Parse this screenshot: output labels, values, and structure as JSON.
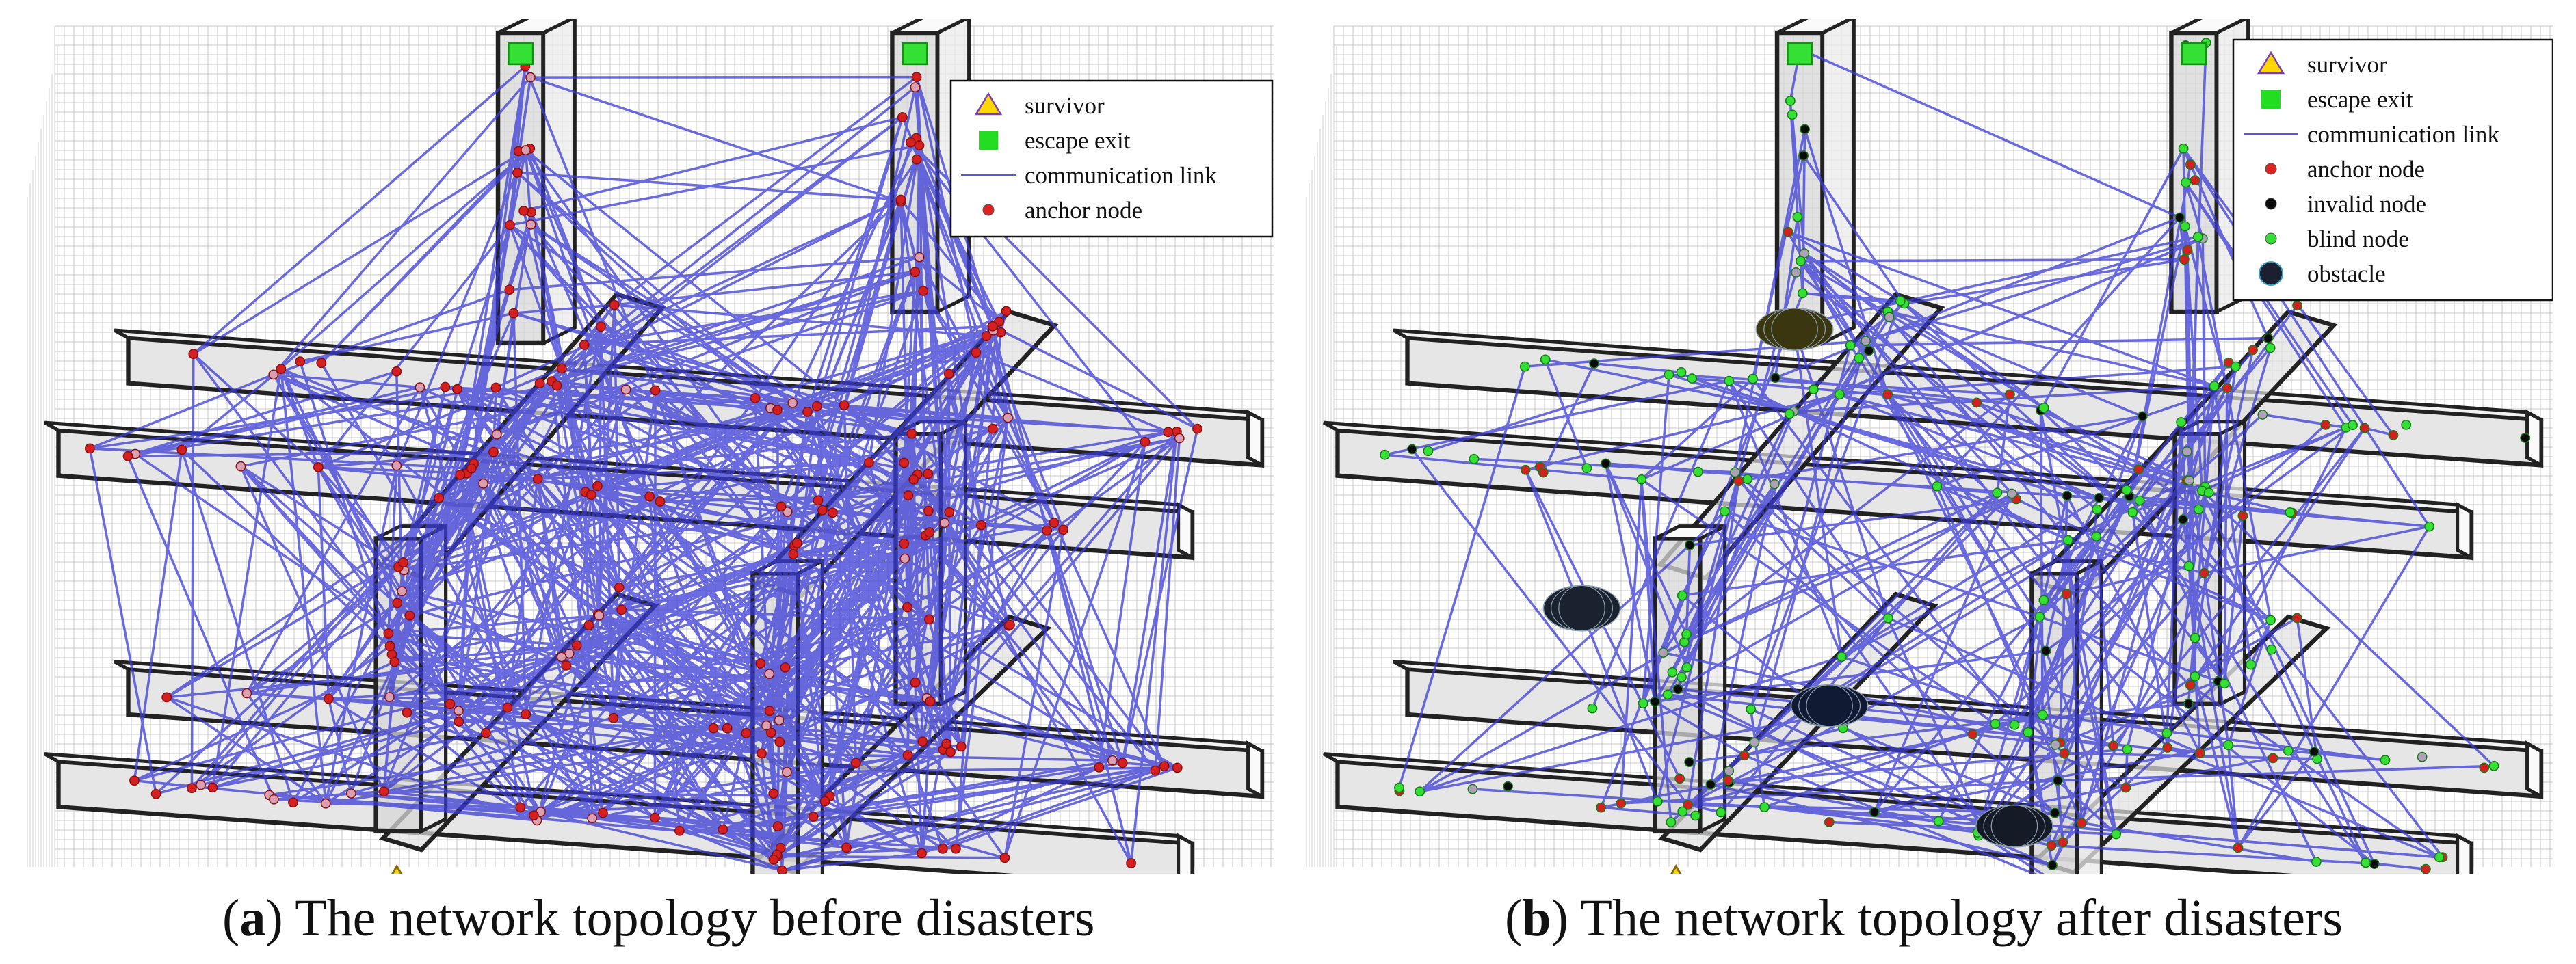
{
  "panels": [
    {
      "caption_letter": "(a)",
      "caption_text": "The network topology before disasters",
      "legend": [
        {
          "icon": "triangle",
          "color": "#ffd700",
          "label": "survivor"
        },
        {
          "icon": "square",
          "color": "#22dd22",
          "label": "escape exit"
        },
        {
          "icon": "line",
          "color": "#5555dd",
          "label": "communication link"
        },
        {
          "icon": "dot",
          "color": "#dd2222",
          "label": "anchor node"
        }
      ]
    },
    {
      "caption_letter": "(b)",
      "caption_text": "The network topology after disasters",
      "legend": [
        {
          "icon": "triangle",
          "color": "#ffd700",
          "label": "survivor"
        },
        {
          "icon": "square",
          "color": "#22dd22",
          "label": "escape exit"
        },
        {
          "icon": "line",
          "color": "#5555dd",
          "label": "communication link"
        },
        {
          "icon": "dot",
          "color": "#dd2222",
          "label": "anchor node"
        },
        {
          "icon": "dot",
          "color": "#0a0a0a",
          "label": "invalid node"
        },
        {
          "icon": "dot",
          "color": "#33dd33",
          "label": "blind node"
        },
        {
          "icon": "obstacle",
          "color": "#1a2030",
          "label": "obstacle"
        }
      ]
    }
  ]
}
